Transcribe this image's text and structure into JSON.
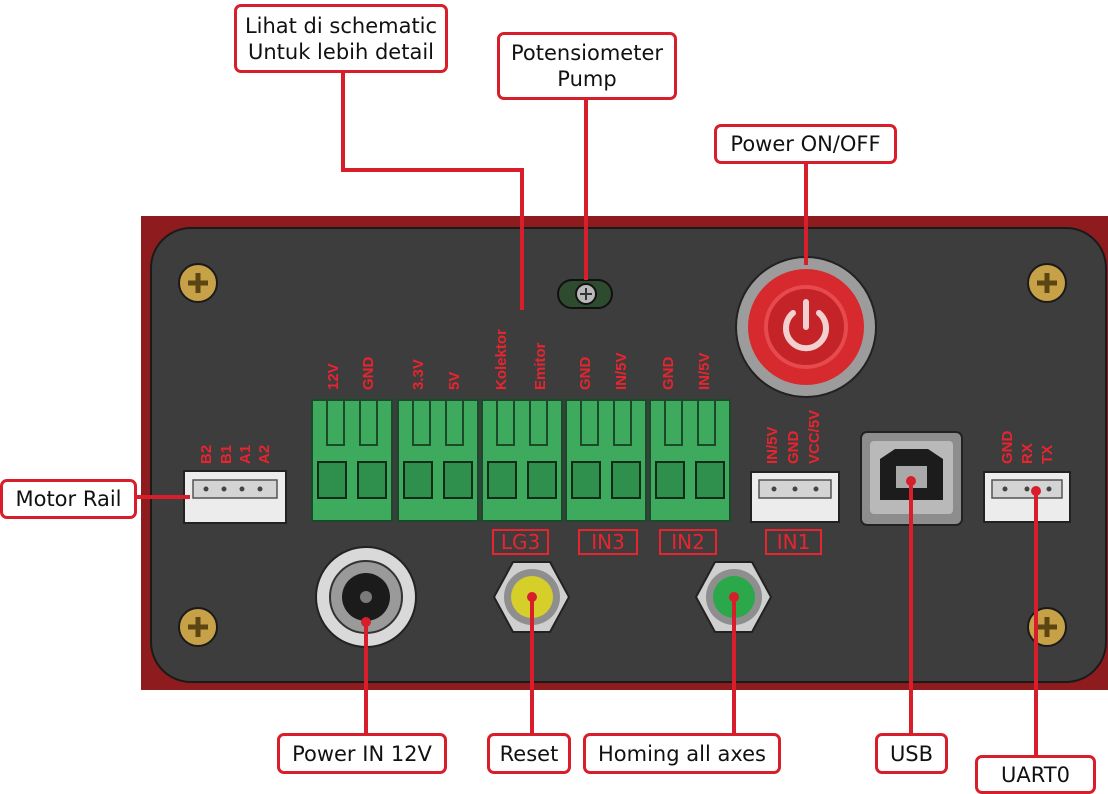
{
  "callouts": {
    "schematic": "Lihat di schematic\nUntuk lebih detail",
    "potensiometer": "Potensiometer\nPump",
    "power_onoff": "Power ON/OFF",
    "motor_rail": "Motor Rail",
    "power_in": "Power IN 12V",
    "reset": "Reset",
    "homing": "Homing all axes",
    "usb": "USB",
    "uart": "UART0"
  },
  "pins": {
    "motor": [
      "B2",
      "B1",
      "A1",
      "A2"
    ],
    "power_block": [
      "12V",
      "GND",
      "3.3V",
      "5V"
    ],
    "lg3": [
      "Kolektor",
      "Emitor"
    ],
    "in3": [
      "GND",
      "IN/5V"
    ],
    "in2": [
      "GND",
      "IN/5V"
    ],
    "in1": [
      "IN/5V",
      "GND",
      "VCC/5V"
    ],
    "uart": [
      "GND",
      "RX",
      "TX"
    ]
  },
  "groups": {
    "lg3": "LG3",
    "in3": "IN3",
    "in2": "IN2",
    "in1": "IN1"
  },
  "colors": {
    "callout_border": "#d81e2b",
    "label_red": "#e8242f",
    "enclosure": "#8e1b1e",
    "panel": "#3d3d3d",
    "terminal_green": "#3daa5e",
    "reset_button": "#d6cf2a",
    "homing_button": "#2aa84a"
  },
  "icons": [
    "screw-icon",
    "power-symbol-icon",
    "usb-b-port-icon",
    "dc-jack-icon"
  ]
}
